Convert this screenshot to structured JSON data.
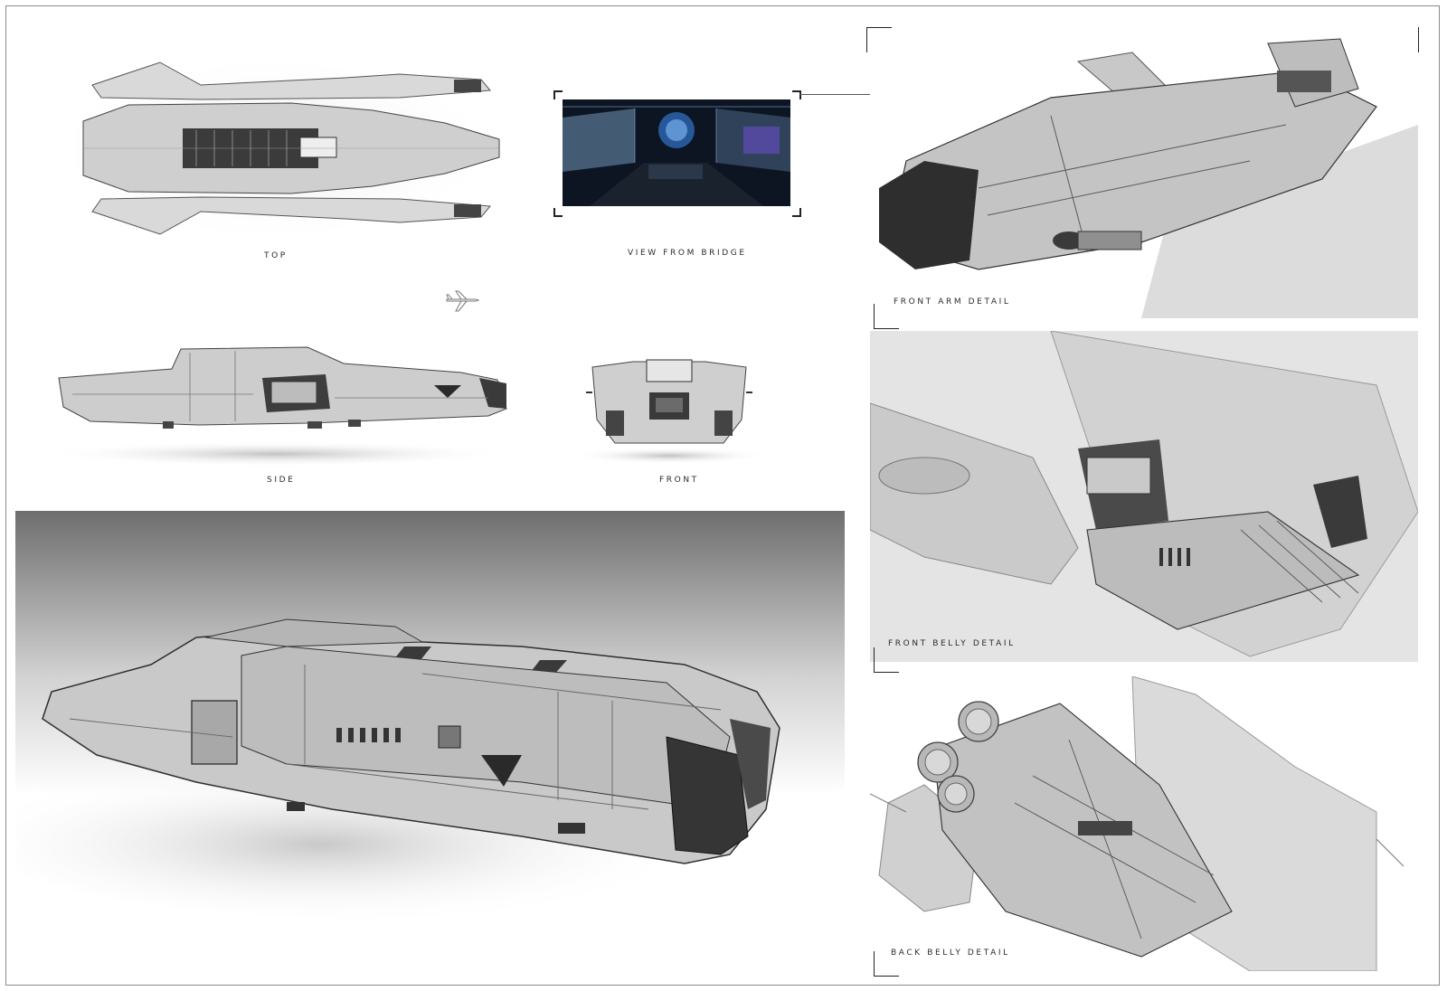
{
  "labels": {
    "top": "TOP",
    "bridge": "VIEW FROM BRIDGE",
    "side": "SIDE",
    "front": "FRONT",
    "front_arm": "FRONT ARM DETAIL",
    "front_belly": "FRONT BELLY DETAIL",
    "back_belly": "BACK BELLY DETAIL"
  },
  "icons": {
    "scale_reference": "airplane-scale-icon"
  },
  "colors": {
    "hull_light": "#d6d6d6",
    "hull_mid": "#a9a9a9",
    "hull_dark": "#3b3b3b",
    "bridge_glow": "#4ea3ff"
  }
}
